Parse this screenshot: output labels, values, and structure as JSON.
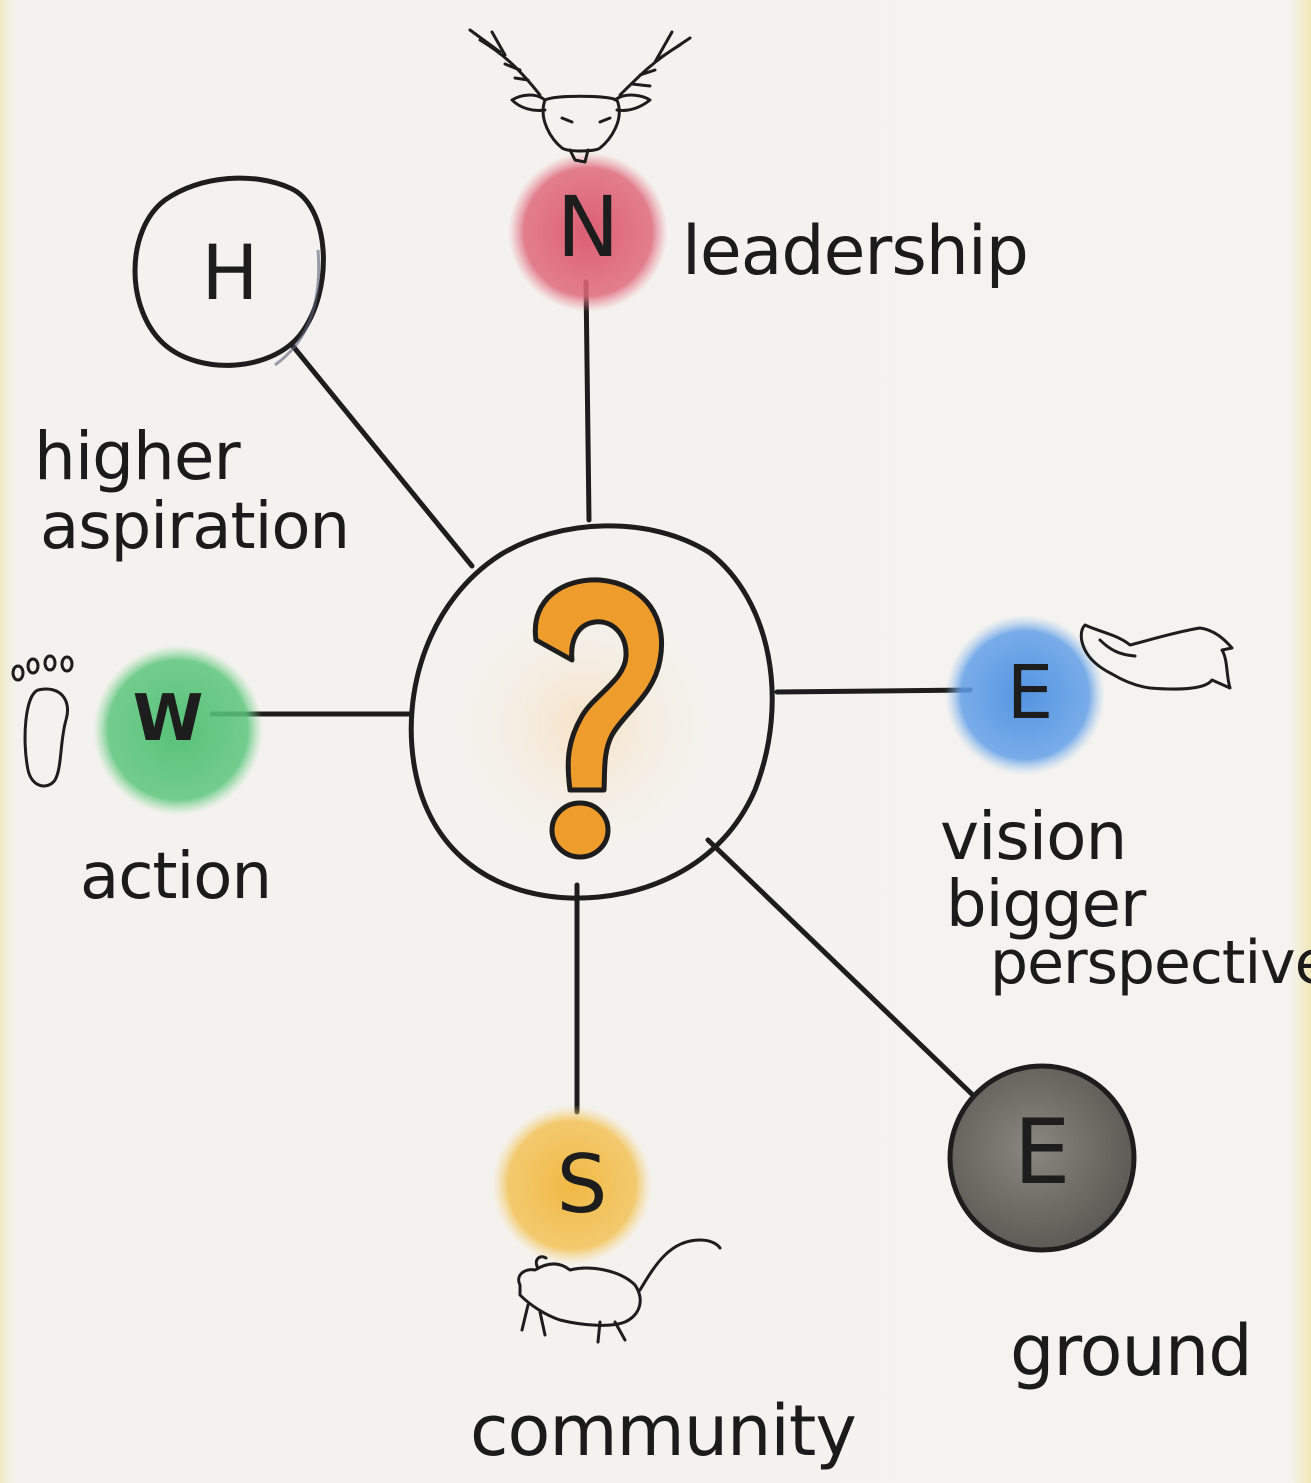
{
  "center": {
    "symbol": "?"
  },
  "nodes": {
    "north": {
      "letter": "N",
      "label": "leadership",
      "animal": "deer-icon",
      "color": "#d9576c"
    },
    "heaven": {
      "letter": "H",
      "label_line1": "higher",
      "label_line2": "aspiration",
      "color": "#ffffff"
    },
    "west": {
      "letter": "W",
      "label": "action",
      "animal": "bear-paw-icon",
      "color": "#4fbf72"
    },
    "east": {
      "letter": "E",
      "label_line1": "vision",
      "label_line2": "bigger",
      "label_line3": "perspective",
      "animal": "eagle-icon",
      "color": "#4a8fe0"
    },
    "south": {
      "letter": "S",
      "label": "community",
      "animal": "mouse-icon",
      "color": "#f0b53a"
    },
    "earth": {
      "letter": "E",
      "label": "ground",
      "color": "#6e6c66"
    }
  },
  "colors": {
    "question_mark": "#ee9c2c",
    "ink": "#1d1d1d",
    "paper": "#f4f3ef"
  }
}
